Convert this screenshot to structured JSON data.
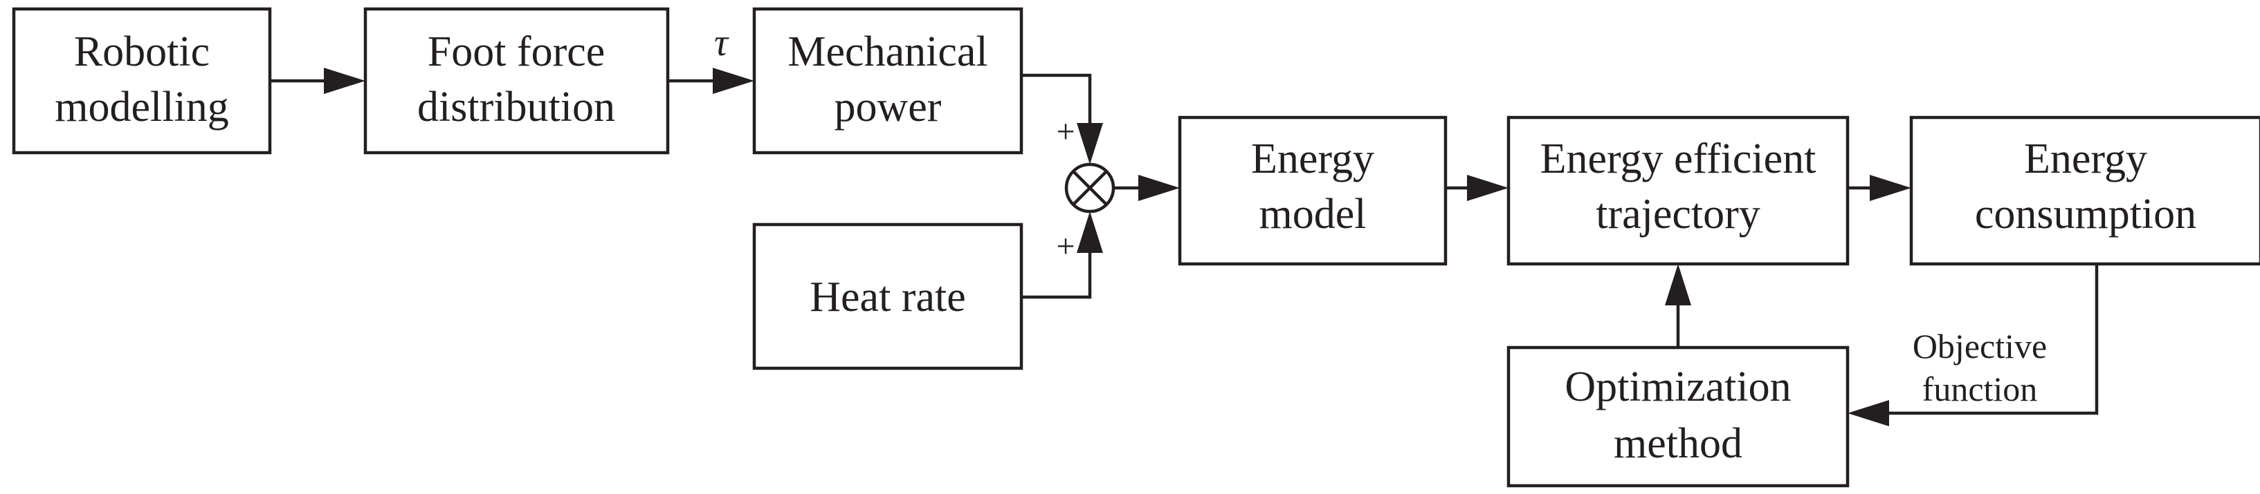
{
  "blocks": {
    "robotic_modelling": [
      "Robotic",
      "modelling"
    ],
    "foot_force_distribution": [
      "Foot force",
      "distribution"
    ],
    "mechanical_power": [
      "Mechanical",
      "power"
    ],
    "heat_rate": [
      "Heat rate"
    ],
    "energy_model": [
      "Energy",
      "model"
    ],
    "energy_efficient_trajectory": [
      "Energy efficient",
      "trajectory"
    ],
    "energy_consumption": [
      "Energy",
      "consumption"
    ],
    "optimization_method": [
      "Optimization",
      "method"
    ]
  },
  "labels": {
    "tau": "τ",
    "plus_top": "+",
    "plus_bottom": "+",
    "objective_function": [
      "Objective",
      "function"
    ]
  }
}
